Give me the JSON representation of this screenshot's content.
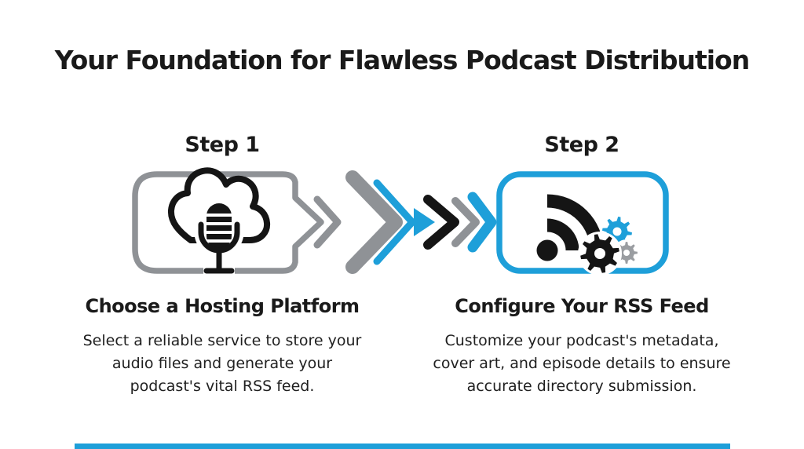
{
  "title": "Your Foundation for Flawless Podcast Distribution",
  "colors": {
    "blue": "#1e9fd9",
    "gray": "#8f9296",
    "black": "#151515",
    "gear_gray": "#9a9da1"
  },
  "icons": {
    "step1": "cloud-microphone-icon",
    "step2": "rss-feed-gears-icon",
    "connector": "chevron-arrows"
  },
  "steps": [
    {
      "label": "Step 1",
      "heading": "Choose a Hosting Platform",
      "desc_lines": [
        "Select a reliable service to store your",
        "audio files and generate your",
        "podcast's vital RSS feed."
      ]
    },
    {
      "label": "Step 2",
      "heading": "Configure Your RSS Feed",
      "desc_lines": [
        "Customize your podcast's metadata,",
        "cover art, and episode details to ensure",
        "accurate directory submission."
      ]
    }
  ]
}
